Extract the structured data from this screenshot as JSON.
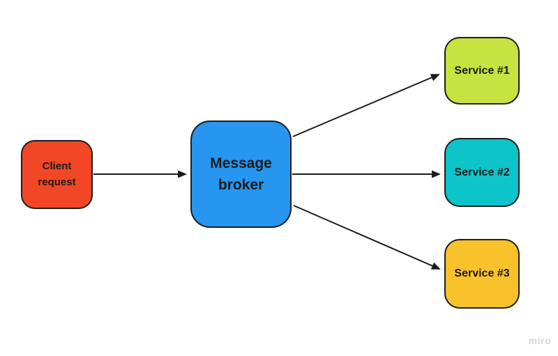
{
  "canvas": {
    "background": "#FFFFFF"
  },
  "diagram": {
    "type": "flow-diagram",
    "text_color": "#1A1A1A",
    "node_border_color": "#1C1C1C",
    "arrow_color": "#1C1C1C",
    "nodes": {
      "client_request": {
        "label": "Client request",
        "color": "#F24726"
      },
      "message_broker": {
        "label": "Message broker",
        "color": "#2696F0"
      },
      "service_1": {
        "label": "Service #1",
        "color": "#C7E33F"
      },
      "service_2": {
        "label": "Service #2",
        "color": "#0CC4CA"
      },
      "service_3": {
        "label": "Service #3",
        "color": "#F9C22B"
      }
    },
    "edges": [
      {
        "from": "client_request",
        "to": "message_broker"
      },
      {
        "from": "message_broker",
        "to": "service_1"
      },
      {
        "from": "message_broker",
        "to": "service_2"
      },
      {
        "from": "message_broker",
        "to": "service_3"
      }
    ]
  },
  "watermark": {
    "label": "miro",
    "color": "#D3D3DE"
  }
}
